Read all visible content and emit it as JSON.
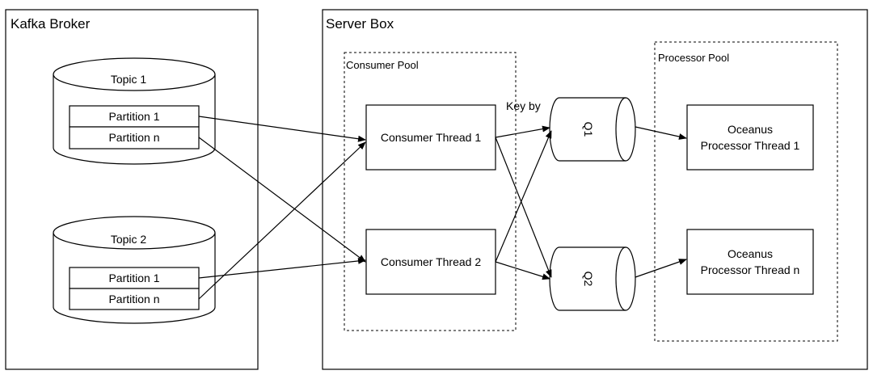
{
  "broker": {
    "title": "Kafka Broker",
    "topic1": {
      "label": "Topic 1",
      "partition_first": "Partition 1",
      "partition_last": "Partition n"
    },
    "topic2": {
      "label": "Topic 2",
      "partition_first": "Partition 1",
      "partition_last": "Partition n"
    }
  },
  "server": {
    "title": "Server Box",
    "consumer_pool": {
      "label": "Consumer Pool",
      "thread1": "Consumer Thread 1",
      "thread2": "Consumer Thread 2"
    },
    "key_by": "Key by",
    "queues": {
      "q1": "Q1",
      "q2": "Q2"
    },
    "processor_pool": {
      "label": "Processor Pool",
      "proc1": {
        "line1": "Oceanus",
        "line2": "Processor Thread 1"
      },
      "procn": {
        "line1": "Oceanus",
        "line2": "Processor Thread n"
      }
    }
  },
  "colors": {
    "stroke": "#000000",
    "background": "#ffffff"
  }
}
